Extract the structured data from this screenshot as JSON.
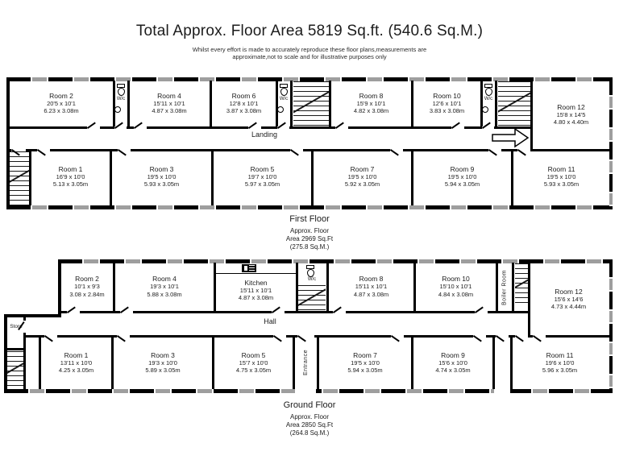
{
  "header": {
    "title": "Total Approx. Floor Area 5819 Sq.ft. (540.6 Sq.M.)",
    "disclaimer_line1": "Whilst every effort is made to accurately reproduce these floor plans,measurements are",
    "disclaimer_line2": "approximate,not to scale and for illustrative purposes only"
  },
  "first_floor": {
    "caption": "First Floor",
    "area_lines": [
      "Approx. Floor",
      "Area 2969 Sq.Ft",
      "(275.8 Sq.M.)"
    ],
    "corridor_label": "Landing",
    "wc_label": "W/c",
    "rooms": {
      "r1": {
        "name": "Room 1",
        "ft": "16'9 x 10'0",
        "m": "5.13 x 3.05m"
      },
      "r2": {
        "name": "Room 2",
        "ft": "20'5 x 10'1",
        "m": "6.23 x 3.08m"
      },
      "r3": {
        "name": "Room 3",
        "ft": "19'5 x 10'0",
        "m": "5.93 x 3.05m"
      },
      "r4": {
        "name": "Room 4",
        "ft": "15'11 x 10'1",
        "m": "4.87 x 3.08m"
      },
      "r5": {
        "name": "Room 5",
        "ft": "19'7 x 10'0",
        "m": "5.97 x 3.05m"
      },
      "r6": {
        "name": "Room 6",
        "ft": "12'8 x 10'1",
        "m": "3.87 x 3.08m"
      },
      "r7": {
        "name": "Room 7",
        "ft": "19'5 x 10'0",
        "m": "5.92 x 3.05m"
      },
      "r8": {
        "name": "Room 8",
        "ft": "15'9 x 10'1",
        "m": "4.82 x 3.08m"
      },
      "r9": {
        "name": "Room 9",
        "ft": "19'5 x 10'0",
        "m": "5.94 x 3.05m"
      },
      "r10": {
        "name": "Room 10",
        "ft": "12'6 x 10'1",
        "m": "3.83 x 3.08m"
      },
      "r11": {
        "name": "Room 11",
        "ft": "19'5 x 10'0",
        "m": "5.93 x 3.05m"
      },
      "r12": {
        "name": "Room 12",
        "ft": "15'8 x 14'5",
        "m": "4.80 x 4.40m"
      }
    }
  },
  "ground_floor": {
    "caption": "Ground Floor",
    "area_lines": [
      "Approx. Floor",
      "Area 2850 Sq.Ft",
      "(264.8 Sq.M.)"
    ],
    "corridor_label": "Hall",
    "wc_label": "W/c",
    "store_label": "Store",
    "entrance_label": "Entrance",
    "boiler_room_label": "Boiler Room",
    "rooms": {
      "r1": {
        "name": "Room 1",
        "ft": "13'11 x 10'0",
        "m": "4.25 x 3.05m"
      },
      "r2": {
        "name": "Room 2",
        "ft": "10'1 x 9'3",
        "m": "3.08 x 2.84m"
      },
      "r3": {
        "name": "Room 3",
        "ft": "19'3 x 10'0",
        "m": "5.89 x 3.05m"
      },
      "r4": {
        "name": "Room 4",
        "ft": "19'3 x 10'1",
        "m": "5.88 x 3.08m"
      },
      "r5": {
        "name": "Room 5",
        "ft": "15'7 x 10'0",
        "m": "4.75 x 3.05m"
      },
      "kitchen": {
        "name": "Kitchen",
        "ft": "15'11 x 10'1",
        "m": "4.87 x 3.08m"
      },
      "r7": {
        "name": "Room 7",
        "ft": "19'5 x 10'0",
        "m": "5.94 x 3.05m"
      },
      "r8": {
        "name": "Room 8",
        "ft": "15'11 x 10'1",
        "m": "4.87 x 3.08m"
      },
      "r9": {
        "name": "Room 9",
        "ft": "15'6 x 10'0",
        "m": "4.74 x 3.05m"
      },
      "r10": {
        "name": "Room 10",
        "ft": "15'10 x 10'1",
        "m": "4.84 x 3.08m"
      },
      "r11": {
        "name": "Room 11",
        "ft": "19'6 x 10'0",
        "m": "5.96 x 3.05m"
      },
      "r12": {
        "name": "Room 12",
        "ft": "15'6 x 14'6",
        "m": "4.73 x 4.44m"
      }
    }
  },
  "colors": {
    "wall": "#000000",
    "window": "#9e9e9e",
    "text": "#1c1c1c",
    "background": "#ffffff"
  }
}
